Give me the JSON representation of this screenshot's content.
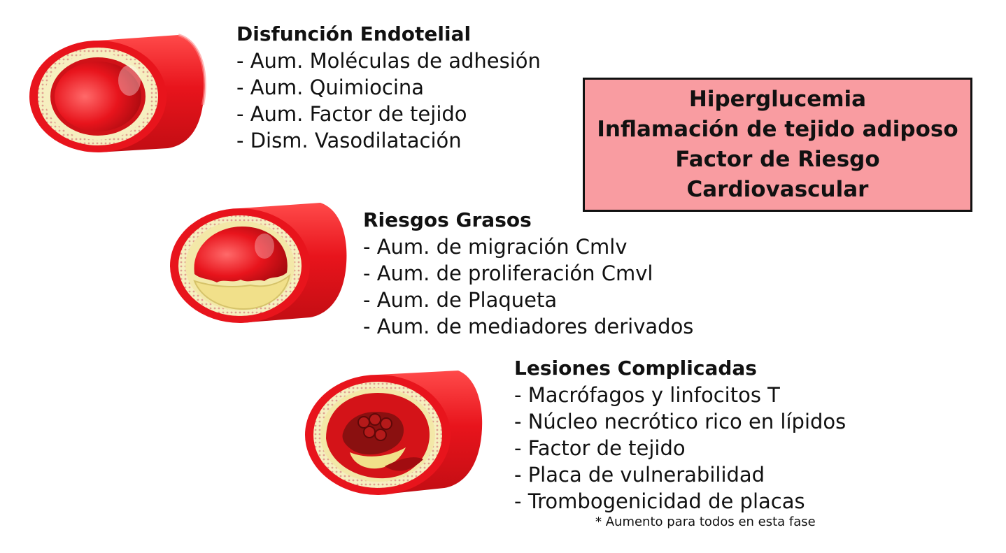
{
  "stages": [
    {
      "title": "Disfunción Endotelial",
      "items": [
        "Aum. Moléculas de adhesión",
        "Aum. Quimiocina",
        "Aum. Factor de tejido",
        "Dism. Vasodilatación"
      ]
    },
    {
      "title": "Riesgos Grasos",
      "items": [
        "Aum. de migración Cmlv",
        "Aum. de proliferación Cmvl",
        "Aum. de Plaqueta",
        "Aum. de mediadores derivados"
      ]
    },
    {
      "title": "Lesiones Complicadas",
      "items": [
        "Macrófagos y linfocitos T",
        "Núcleo necrótico rico en lípidos",
        "Factor de tejido",
        "Placa de vulnerabilidad",
        "Trombogenicidad de placas"
      ]
    }
  ],
  "footnote": "* Aumento para todos en esta fase",
  "risk_box": {
    "lines": [
      "Hiperglucemia",
      "Inflamación de tejido adiposo",
      "Factor de Riesgo",
      "Cardiovascular"
    ]
  },
  "colors": {
    "vessel_red": "#e8141c",
    "vessel_dark": "#b30d12",
    "wall_yellow": "#f6efc0",
    "plaque_yellow": "#f1e08a",
    "box_fill": "#f99ca1",
    "box_border": "#111111"
  }
}
